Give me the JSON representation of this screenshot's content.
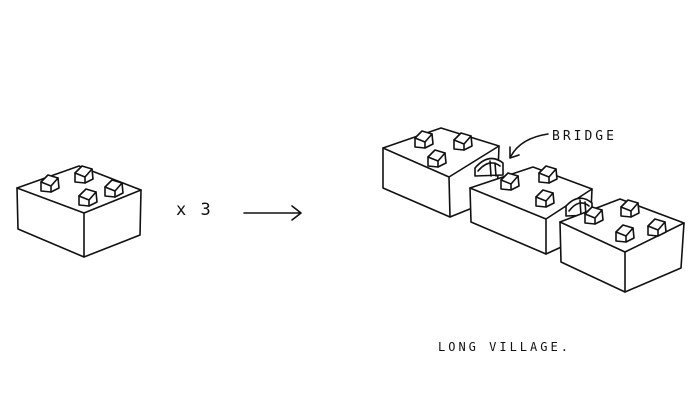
{
  "diagram": {
    "multiplier_text": "x 3",
    "bridge_label": "BRIDGE",
    "caption": "LONG VILLAGE.",
    "colors": {
      "ink": "#111111",
      "background": "#ffffff"
    },
    "icons": [
      "block-with-houses",
      "arrow-right",
      "bridge"
    ]
  }
}
